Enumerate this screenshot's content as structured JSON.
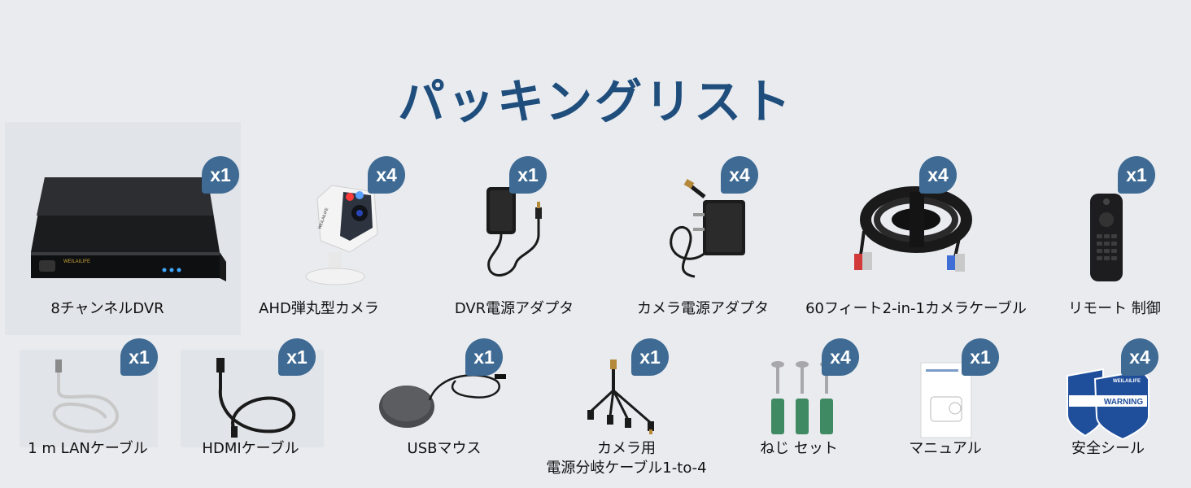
{
  "title": "パッキングリスト",
  "colors": {
    "title": "#1f4e7d",
    "badge": "#3e6a93",
    "background": "#e9ebef"
  },
  "items": [
    {
      "name": "8チャンネルDVR",
      "qty": "x1",
      "icon": "dvr-icon"
    },
    {
      "name": "AHD弾丸型カメラ",
      "qty": "x4",
      "icon": "bullet-camera-icon"
    },
    {
      "name": "DVR電源アダプタ",
      "qty": "x1",
      "icon": "power-adapter-icon"
    },
    {
      "name": "カメラ電源アダプタ",
      "qty": "x4",
      "icon": "camera-power-adapter-icon"
    },
    {
      "name": "60フィート2-in-1カメラケーブル",
      "qty": "x4",
      "icon": "coil-cable-icon"
    },
    {
      "name": "リモート 制御",
      "qty": "x1",
      "icon": "remote-control-icon"
    },
    {
      "name": "1 m LANケーブル",
      "qty": "x1",
      "icon": "lan-cable-icon"
    },
    {
      "name": "HDMIケーブル",
      "qty": "x1",
      "icon": "hdmi-cable-icon"
    },
    {
      "name": "USBマウス",
      "qty": "x1",
      "icon": "usb-mouse-icon"
    },
    {
      "name": "カメラ用\n電源分岐ケーブル1-to-4",
      "qty": "x1",
      "icon": "splitter-cable-icon"
    },
    {
      "name": "ねじ セット",
      "qty": "x4",
      "icon": "screw-set-icon"
    },
    {
      "name": "マニュアル",
      "qty": "x1",
      "icon": "manual-icon"
    },
    {
      "name": "安全シール",
      "qty": "x4",
      "icon": "security-sticker-icon"
    }
  ],
  "dvr_logo": "WEILAILIFE",
  "camera_logo": "WEILAILIFE",
  "sticker_text": {
    "brand": "WEILAILIFE",
    "warning": "WARNING"
  }
}
